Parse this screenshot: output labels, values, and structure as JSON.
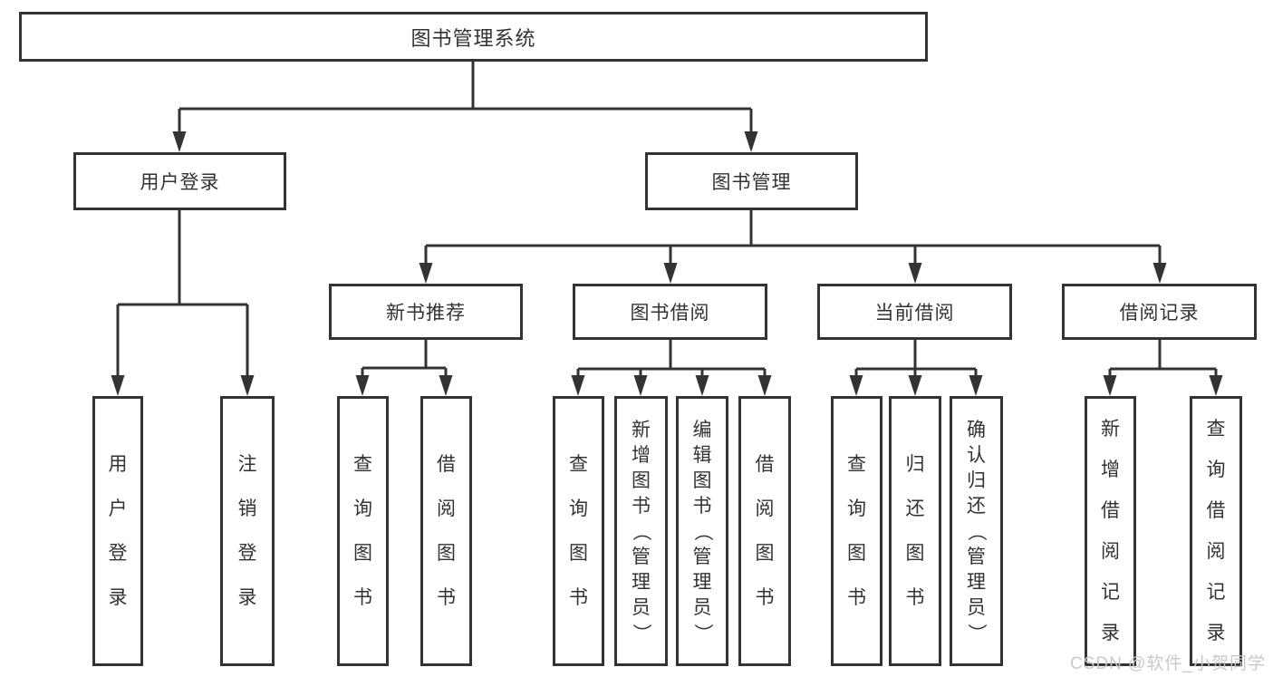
{
  "diagram": {
    "title": "图书管理系统",
    "level2": {
      "user_login": "用户登录",
      "book_management": "图书管理"
    },
    "level3": {
      "new_book_recommend": "新书推荐",
      "book_borrow": "图书借阅",
      "current_borrow": "当前借阅",
      "borrow_records": "借阅记录"
    },
    "leaves": {
      "user_login": "用户登录",
      "logout_login": "注销登录",
      "nbr_query_books": "查询图书",
      "nbr_borrow_books": "借阅图书",
      "bb_query_books": "查询图书",
      "bb_add_books": "新增图书（管理员）",
      "bb_edit_books": "编辑图书（管理员）",
      "bb_borrow_books": "借阅图书",
      "cb_query_books": "查询图书",
      "cb_return_books": "归还图书",
      "cb_confirm_return": "确认归还（管理员）",
      "br_add_record": "新增借阅记录",
      "br_query_record": "查询借阅记录"
    }
  },
  "watermark": "CSDN @软件_小贺同学",
  "colors": {
    "line": "#333333",
    "text": "#333333",
    "watermark": "#c6c6c6",
    "box_background": "#ffffff"
  }
}
